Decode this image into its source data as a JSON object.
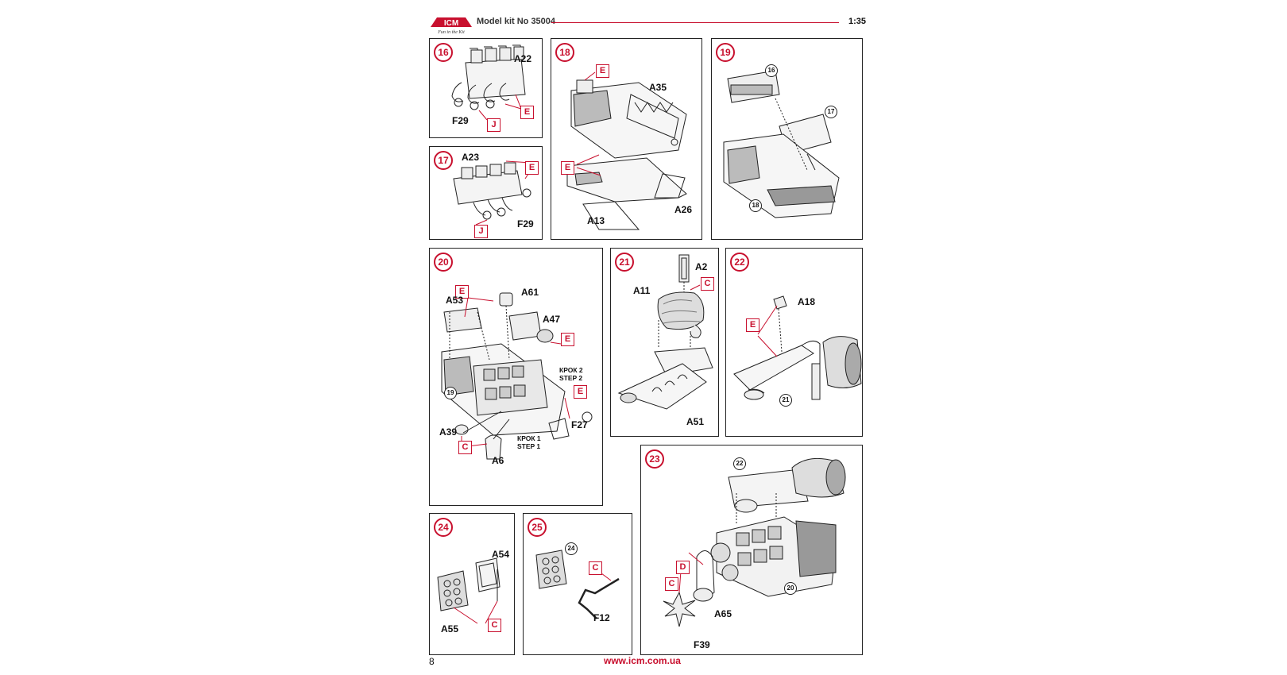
{
  "header": {
    "brand": "ICM",
    "tagline": "Fun in the Kit",
    "kit": "Model kit No 35004",
    "scale": "1:35"
  },
  "footer": {
    "page": "8",
    "url": "www.icm.com.ua"
  },
  "steps": {
    "s16": {
      "num": "16",
      "parts": [
        "A22",
        "F29"
      ],
      "tags": [
        "E",
        "J"
      ]
    },
    "s17": {
      "num": "17",
      "parts": [
        "A23",
        "F29"
      ],
      "tags": [
        "E",
        "J"
      ]
    },
    "s18": {
      "num": "18",
      "parts": [
        "A35",
        "A13",
        "A26"
      ],
      "tags": [
        "E",
        "E"
      ]
    },
    "s19": {
      "num": "19",
      "refs": [
        "16",
        "17",
        "18"
      ]
    },
    "s20": {
      "num": "20",
      "parts": [
        "A61",
        "A53",
        "A47",
        "F27",
        "A39",
        "A6"
      ],
      "tags": [
        "E",
        "E",
        "E",
        "C"
      ],
      "refs": [
        "19"
      ],
      "notes": [
        "КРОК 2",
        "STEP 2",
        "КРОК 1",
        "STEP 1"
      ]
    },
    "s21": {
      "num": "21",
      "parts": [
        "A2",
        "A11",
        "A51"
      ],
      "tags": [
        "C"
      ]
    },
    "s22": {
      "num": "22",
      "parts": [
        "A18"
      ],
      "tags": [
        "E"
      ],
      "refs": [
        "21"
      ]
    },
    "s23": {
      "num": "23",
      "parts": [
        "A65",
        "F39"
      ],
      "tags": [
        "D",
        "C"
      ],
      "refs": [
        "22",
        "20"
      ]
    },
    "s24": {
      "num": "24",
      "parts": [
        "A54",
        "A55"
      ],
      "tags": [
        "C"
      ]
    },
    "s25": {
      "num": "25",
      "parts": [
        "F12"
      ],
      "tags": [
        "C"
      ],
      "refs": [
        "24"
      ]
    }
  },
  "colors": {
    "accent": "#c8102e",
    "line": "#222222"
  }
}
